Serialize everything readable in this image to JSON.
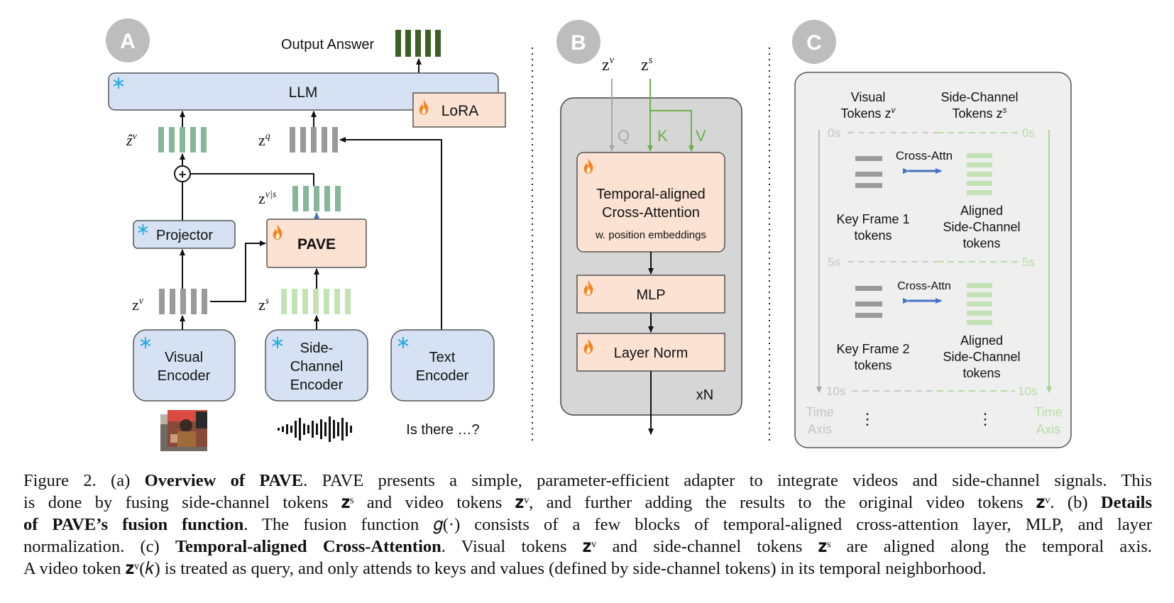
{
  "panels": {
    "a": {
      "badge": "A",
      "output_label": "Output Answer",
      "llm_label": "LLM",
      "lora_label": "LoRA",
      "zhat_v": "ẑ",
      "zhat_v_sup": "v",
      "z_q": "z",
      "z_q_sup": "q",
      "z_vs": "z",
      "z_vs_sup": "v|s",
      "z_v": "z",
      "z_v_sup": "v",
      "z_s": "z",
      "z_s_sup": "s",
      "projector_label": "Projector",
      "pave_label": "PAVE",
      "visual_encoder": [
        "Visual",
        "Encoder"
      ],
      "side_encoder": [
        "Side-",
        "Channel",
        "Encoder"
      ],
      "text_encoder": [
        "Text",
        "Encoder"
      ],
      "text_input": "Is there …?",
      "plus": "+",
      "frozen_icon": "snowflake-icon",
      "trainable_icon": "flame-icon"
    },
    "b": {
      "badge": "B",
      "z_v": "z",
      "z_v_sup": "v",
      "z_s": "z",
      "z_s_sup": "s",
      "q_label": "Q",
      "k_label": "K",
      "v_label": "V",
      "cross_attn": [
        "Temporal-aligned",
        "Cross-Attention"
      ],
      "cross_attn_sub": "w. position embeddings",
      "mlp_label": "MLP",
      "layer_norm_label": "Layer Norm",
      "repeat_label": "xN"
    },
    "c": {
      "badge": "C",
      "visual_tokens": [
        "Visual",
        "Tokens z"
      ],
      "visual_tokens_sup": "v",
      "side_tokens": [
        "Side-Channel",
        "Tokens z"
      ],
      "side_tokens_sup": "s",
      "time_0": "0s",
      "time_5": "5s",
      "time_10": "10s",
      "cross_attn_1": "Cross-Attn",
      "cross_attn_2": "Cross-Attn",
      "key_frame_1": [
        "Key Frame 1",
        "tokens"
      ],
      "key_frame_2": [
        "Key Frame 2",
        "tokens"
      ],
      "aligned_1": [
        "Aligned",
        "Side-Channel",
        "tokens"
      ],
      "aligned_2": [
        "Aligned",
        "Side-Channel",
        "tokens"
      ],
      "time_axis_left": [
        "Time",
        "Axis"
      ],
      "time_axis_right": [
        "Time",
        "Axis"
      ],
      "ellipsis": "⋮"
    }
  },
  "colors": {
    "badge": "#bdbdbd",
    "frozen_fill": "#d6e2f3",
    "trainable_fill": "#fbe2d3",
    "panel_b_bg": "#d6d6d6",
    "panel_c_bg": "#efefef",
    "visual_token": "#9a9a9a",
    "side_token": "#c3e3b5",
    "fused_token": "#86b79a",
    "output_token": "#3d5e24",
    "green_line": "#6db04a",
    "snowflake": "#27a9e1",
    "flame": "#f5841f"
  },
  "caption": {
    "l1_a": "Figure 2. (a) ",
    "l1_b": "Overview of PAVE",
    "l1_c": ". PAVE presents a simple, parameter-efficient adapter to integrate videos and side-channel signals. This",
    "l2": "is done by fusing side-channel tokens 𝐳ˢ and video tokens 𝐳ᵛ, and further adding the results to the original video tokens 𝐳ᵛ. (b) ",
    "l2_b": "Details",
    "l3_b": "of PAVE’s fusion function",
    "l3_c": ". The fusion function 𝑔(·) consists of a few blocks of temporal-aligned cross-attention layer, MLP, and layer",
    "l4_a": "normalization. (c) ",
    "l4_b": "Temporal-aligned Cross-Attention",
    "l4_c": ". Visual tokens 𝐳ᵛ and side-channel tokens 𝐳ˢ are aligned along the temporal axis.",
    "l5": "A video token 𝐳ᵛ(𝑘) is treated as query, and only attends to keys and values (defined by side-channel tokens) in its temporal neighborhood."
  }
}
